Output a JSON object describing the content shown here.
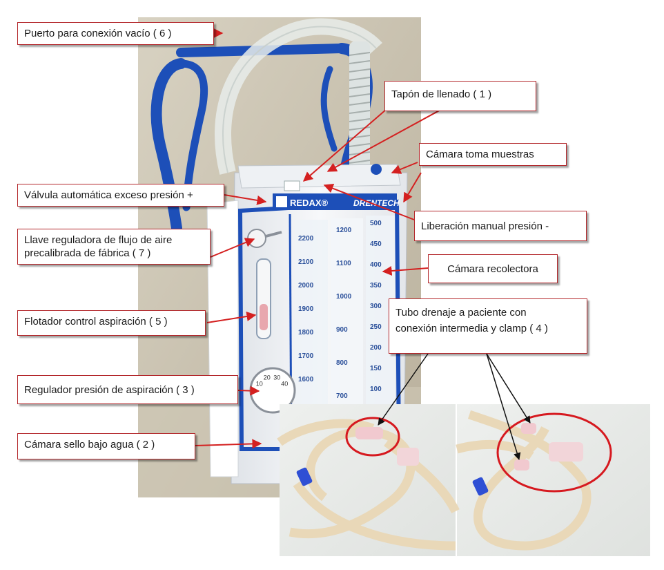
{
  "labels": {
    "vacuum_port": "Puerto para conexión vacío ( 6 )",
    "filling_cap": "Tapón de llenado ( 1 )",
    "sampling_chamber": "Cámara toma muestras",
    "auto_valve": "Válvula automática exceso presión +",
    "manual_release": "Liberación manual presión -",
    "flow_key_line1": "Llave reguladora de flujo de  aire",
    "flow_key_line2": "precalibrada de fábrica ( 7 )",
    "collection_chamber": "Cámara recolectora",
    "float_control": "Flotador control aspiración ( 5 )",
    "drain_tube_line1": "Tubo drenaje a paciente con",
    "drain_tube_line2": "conexión intermedia y clamp ( 4 )",
    "pressure_regulator": "Regulador presión de aspiración ( 3 )",
    "water_seal": "Cámara sello bajo agua ( 2 )"
  },
  "device": {
    "brand": "REDAX®",
    "model": "DRENTECH",
    "scale_left": [
      "2200",
      "2100",
      "2000",
      "1900",
      "1800",
      "1700",
      "1600"
    ],
    "scale_middle": [
      "1200",
      "1100",
      "1000",
      "900",
      "800",
      "700"
    ],
    "scale_right": [
      "500",
      "450",
      "400",
      "350",
      "300",
      "250",
      "200",
      "150",
      "100"
    ],
    "dial_numbers": [
      "10",
      "20",
      "30",
      "40"
    ]
  },
  "colors": {
    "label_border": "#b3262a",
    "pointer_arrow": "#d42020",
    "device_blue": "#1d4fb8",
    "highlight_circle": "#d6191f",
    "tube": "#e9d8b8"
  }
}
